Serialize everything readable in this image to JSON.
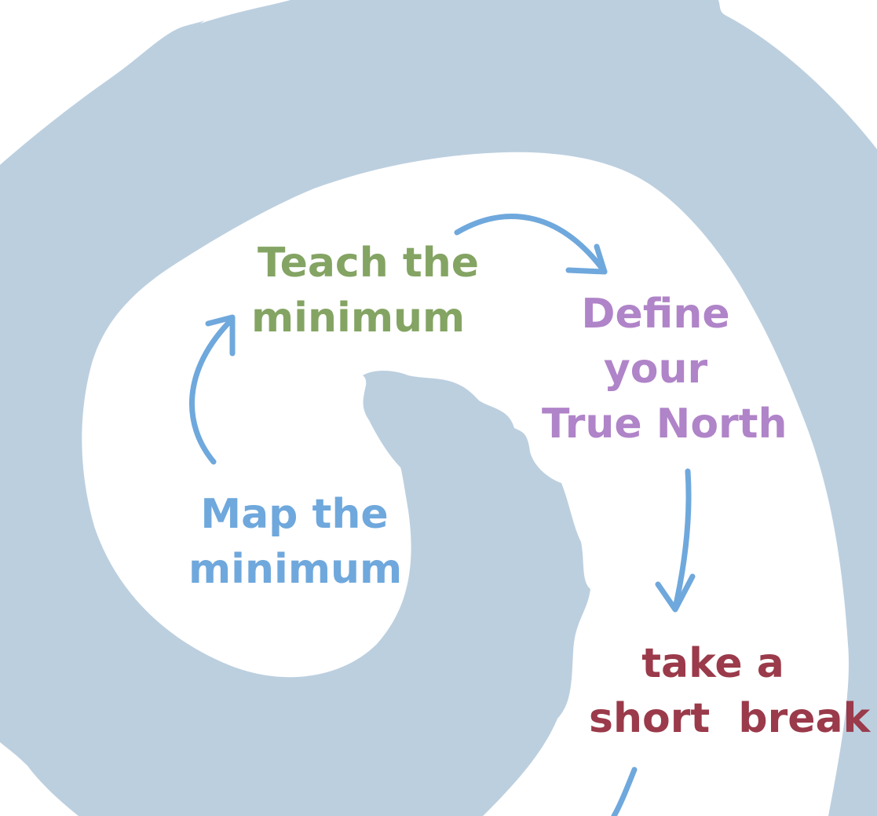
{
  "diagram": {
    "colors": {
      "background": "#ffffff",
      "swirl": "#bccfdf",
      "arrow": "#6fa8dc",
      "map_step": "#6fa8dc",
      "teach_step": "#84a463",
      "define_step": "#b084c8",
      "break_step": "#9a3a4a"
    },
    "steps": [
      {
        "id": "map",
        "lines": [
          "Map the",
          "minimum"
        ]
      },
      {
        "id": "teach",
        "lines": [
          "Teach the",
          "minimum"
        ]
      },
      {
        "id": "define",
        "lines": [
          "Define",
          "your",
          "True North"
        ]
      },
      {
        "id": "break",
        "lines": [
          "take a",
          "short  break"
        ]
      }
    ]
  }
}
